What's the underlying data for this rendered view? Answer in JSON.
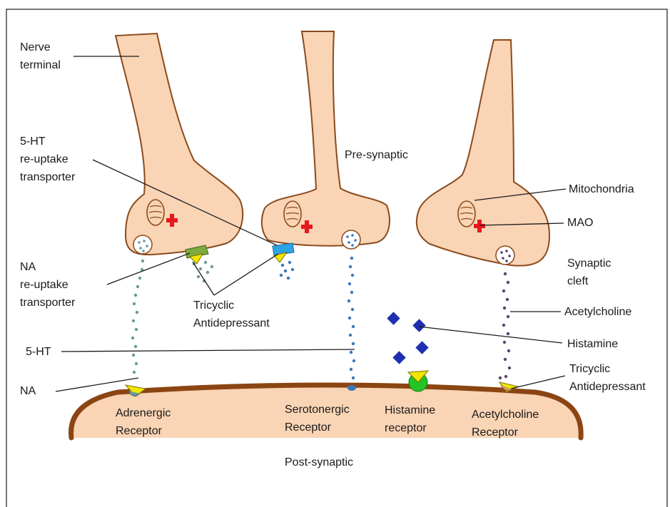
{
  "labels": {
    "nerve_terminal": [
      "Nerve",
      "terminal"
    ],
    "ht_transporter": [
      "5-HT",
      "re-uptake",
      "transporter"
    ],
    "pre_synaptic": "Pre-synaptic",
    "mitochondria": "Mitochondria",
    "mao": "MAO",
    "synaptic_cleft": [
      "Synaptic",
      "cleft"
    ],
    "na_transporter": [
      "NA",
      "re-uptake",
      "transporter"
    ],
    "tricyclic_1": [
      "Tricyclic",
      "Antidepressant"
    ],
    "acetylcholine": "Acetylcholine",
    "histamine": "Histamine",
    "ht": "5-HT",
    "na": "NA",
    "tricyclic_2": [
      "Tricyclic",
      "Antidepressant"
    ],
    "adrenergic_receptor": [
      "Adrenergic",
      "Receptor"
    ],
    "serotonergic_receptor": [
      "Serotonergic",
      "Receptor"
    ],
    "histamine_receptor": [
      "Histamine",
      "receptor"
    ],
    "acetylcholine_receptor": [
      "Acetylcholine",
      "Receptor"
    ],
    "post_synaptic": "Post-synaptic"
  },
  "colors": {
    "tissue_fill": "#f9d4b5",
    "tissue_stroke": "#8b4a1c",
    "membrane": "#8b4513",
    "dot_na": "#6b9a9a",
    "dot_5ht": "#3a78b8",
    "dot_ach": "#5a4470",
    "mao": "#e8191e",
    "histamine": "#1e2fb0",
    "tricyclic": "#f2e600",
    "na_transporter": "#7faa3d",
    "ht_transporter": "#2ea3e6",
    "histamine_receptor": "#23c423"
  }
}
